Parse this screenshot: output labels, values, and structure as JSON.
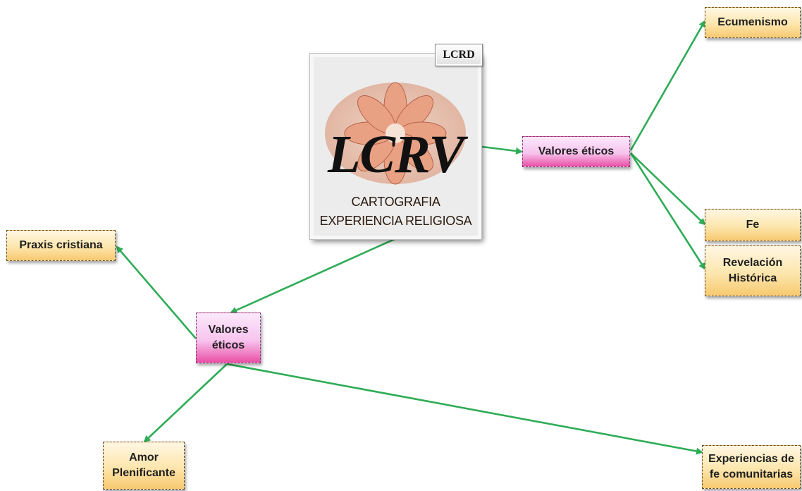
{
  "center_node": {
    "badge": "LCRD",
    "logo_letters": "LCRV",
    "line1": "CARTOGRAFIA",
    "line2": "EXPERIENCIA RELIGIOSA"
  },
  "nodes": {
    "valores_right": "Valores éticos",
    "ecumenismo": "Ecumenismo",
    "fe": "Fe",
    "revelacion_1": "Revelación",
    "revelacion_2": "Histórica",
    "praxis": "Praxis cristiana",
    "valores_left_1": "Valores",
    "valores_left_2": "éticos",
    "amor_1": "Amor",
    "amor_2": "Plenificante",
    "experiencias_1": "Experiencias de",
    "experiencias_2": "fe comunitarias"
  },
  "colors": {
    "connector": "#2eac56",
    "concept_box": "#fde6ad",
    "hub_box": "#f7c4ee",
    "hub_accent": "#e94fa4"
  }
}
